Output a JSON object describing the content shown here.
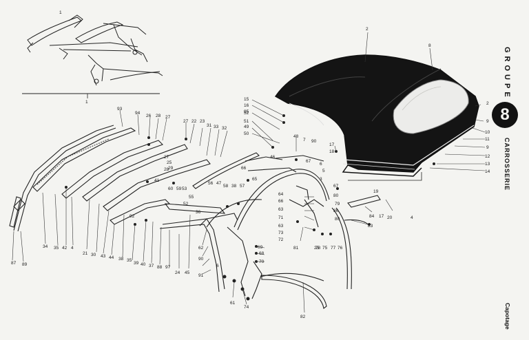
{
  "sidebar": {
    "group_label": "GROUPE",
    "group_number": "8",
    "section_label": "CARROSSERIE",
    "subsection_label": "Capotage"
  },
  "diagram": {
    "callouts": [
      {
        "id": "c1",
        "text": "1"
      },
      {
        "id": "c2",
        "text": "2"
      },
      {
        "id": "c3",
        "text": "3"
      },
      {
        "id": "c4",
        "text": "4"
      },
      {
        "id": "c5",
        "text": "5"
      },
      {
        "id": "c6",
        "text": "6"
      },
      {
        "id": "c7",
        "text": "7"
      },
      {
        "id": "c8",
        "text": "8"
      },
      {
        "id": "c9",
        "text": "9"
      },
      {
        "id": "c10",
        "text": "10"
      },
      {
        "id": "c11",
        "text": "11"
      },
      {
        "id": "c12",
        "text": "12"
      },
      {
        "id": "c13",
        "text": "13"
      },
      {
        "id": "c14",
        "text": "14"
      },
      {
        "id": "c15",
        "text": "15"
      },
      {
        "id": "c16",
        "text": "16"
      },
      {
        "id": "c17",
        "text": "17"
      },
      {
        "id": "c18",
        "text": "18"
      },
      {
        "id": "c19",
        "text": "19"
      },
      {
        "id": "c20",
        "text": "20"
      },
      {
        "id": "c21",
        "text": "21"
      },
      {
        "id": "c22",
        "text": "22"
      },
      {
        "id": "c23",
        "text": "23"
      },
      {
        "id": "c24",
        "text": "24"
      },
      {
        "id": "c25",
        "text": "25"
      },
      {
        "id": "c26",
        "text": "26"
      },
      {
        "id": "c27",
        "text": "27"
      },
      {
        "id": "c28",
        "text": "28"
      },
      {
        "id": "c29",
        "text": "29"
      },
      {
        "id": "c30",
        "text": "30"
      },
      {
        "id": "c31",
        "text": "31"
      },
      {
        "id": "c32",
        "text": "32"
      },
      {
        "id": "c33",
        "text": "33"
      },
      {
        "id": "c34",
        "text": "34"
      },
      {
        "id": "c35",
        "text": "35"
      },
      {
        "id": "c36",
        "text": "36"
      },
      {
        "id": "c37",
        "text": "37"
      },
      {
        "id": "c38",
        "text": "38"
      },
      {
        "id": "c39",
        "text": "39"
      },
      {
        "id": "c40",
        "text": "40"
      },
      {
        "id": "c41",
        "text": "41"
      },
      {
        "id": "c42",
        "text": "42"
      },
      {
        "id": "c43",
        "text": "43"
      },
      {
        "id": "c44",
        "text": "44"
      },
      {
        "id": "c45",
        "text": "45"
      },
      {
        "id": "c46",
        "text": "46"
      },
      {
        "id": "c47",
        "text": "47"
      },
      {
        "id": "c48",
        "text": "48"
      },
      {
        "id": "c49",
        "text": "49"
      },
      {
        "id": "c50",
        "text": "50"
      },
      {
        "id": "c51",
        "text": "51"
      },
      {
        "id": "c52",
        "text": "52"
      },
      {
        "id": "c53",
        "text": "53"
      },
      {
        "id": "c55",
        "text": "55"
      },
      {
        "id": "c56",
        "text": "56"
      },
      {
        "id": "c57",
        "text": "57"
      },
      {
        "id": "c58",
        "text": "58"
      },
      {
        "id": "c59",
        "text": "59"
      },
      {
        "id": "c60",
        "text": "60"
      },
      {
        "id": "c61",
        "text": "61"
      },
      {
        "id": "c62",
        "text": "62"
      },
      {
        "id": "c63",
        "text": "63"
      },
      {
        "id": "c64",
        "text": "64"
      },
      {
        "id": "c65",
        "text": "65"
      },
      {
        "id": "c66",
        "text": "66"
      },
      {
        "id": "c67",
        "text": "67"
      },
      {
        "id": "c68",
        "text": "68"
      },
      {
        "id": "c69",
        "text": "69"
      },
      {
        "id": "c70",
        "text": "70"
      },
      {
        "id": "c71",
        "text": "71"
      },
      {
        "id": "c72",
        "text": "72"
      },
      {
        "id": "c73",
        "text": "73"
      },
      {
        "id": "c74",
        "text": "74"
      },
      {
        "id": "c75",
        "text": "75"
      },
      {
        "id": "c76",
        "text": "76"
      },
      {
        "id": "c77",
        "text": "77"
      },
      {
        "id": "c78",
        "text": "78"
      },
      {
        "id": "c79",
        "text": "79"
      },
      {
        "id": "c80",
        "text": "80"
      },
      {
        "id": "c81",
        "text": "81"
      },
      {
        "id": "c82",
        "text": "82"
      },
      {
        "id": "c83",
        "text": "83"
      },
      {
        "id": "c84",
        "text": "84"
      },
      {
        "id": "c86",
        "text": "86"
      },
      {
        "id": "c87",
        "text": "87"
      },
      {
        "id": "c88",
        "text": "88"
      },
      {
        "id": "c89",
        "text": "89"
      },
      {
        "id": "c90",
        "text": "90"
      },
      {
        "id": "c91",
        "text": "91"
      },
      {
        "id": "c92",
        "text": "92"
      },
      {
        "id": "c93",
        "text": "93"
      },
      {
        "id": "c94",
        "text": "94"
      },
      {
        "id": "c95",
        "text": "95"
      },
      {
        "id": "c97",
        "text": "97"
      }
    ]
  }
}
